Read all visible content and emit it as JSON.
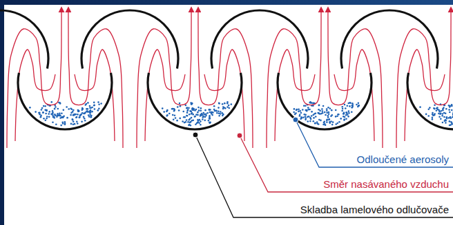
{
  "diagram": {
    "labels": [
      "Odloučené aerosoly",
      "Směr nasávaného vzduchu",
      "Skladba lamelového odlučovače"
    ]
  }
}
